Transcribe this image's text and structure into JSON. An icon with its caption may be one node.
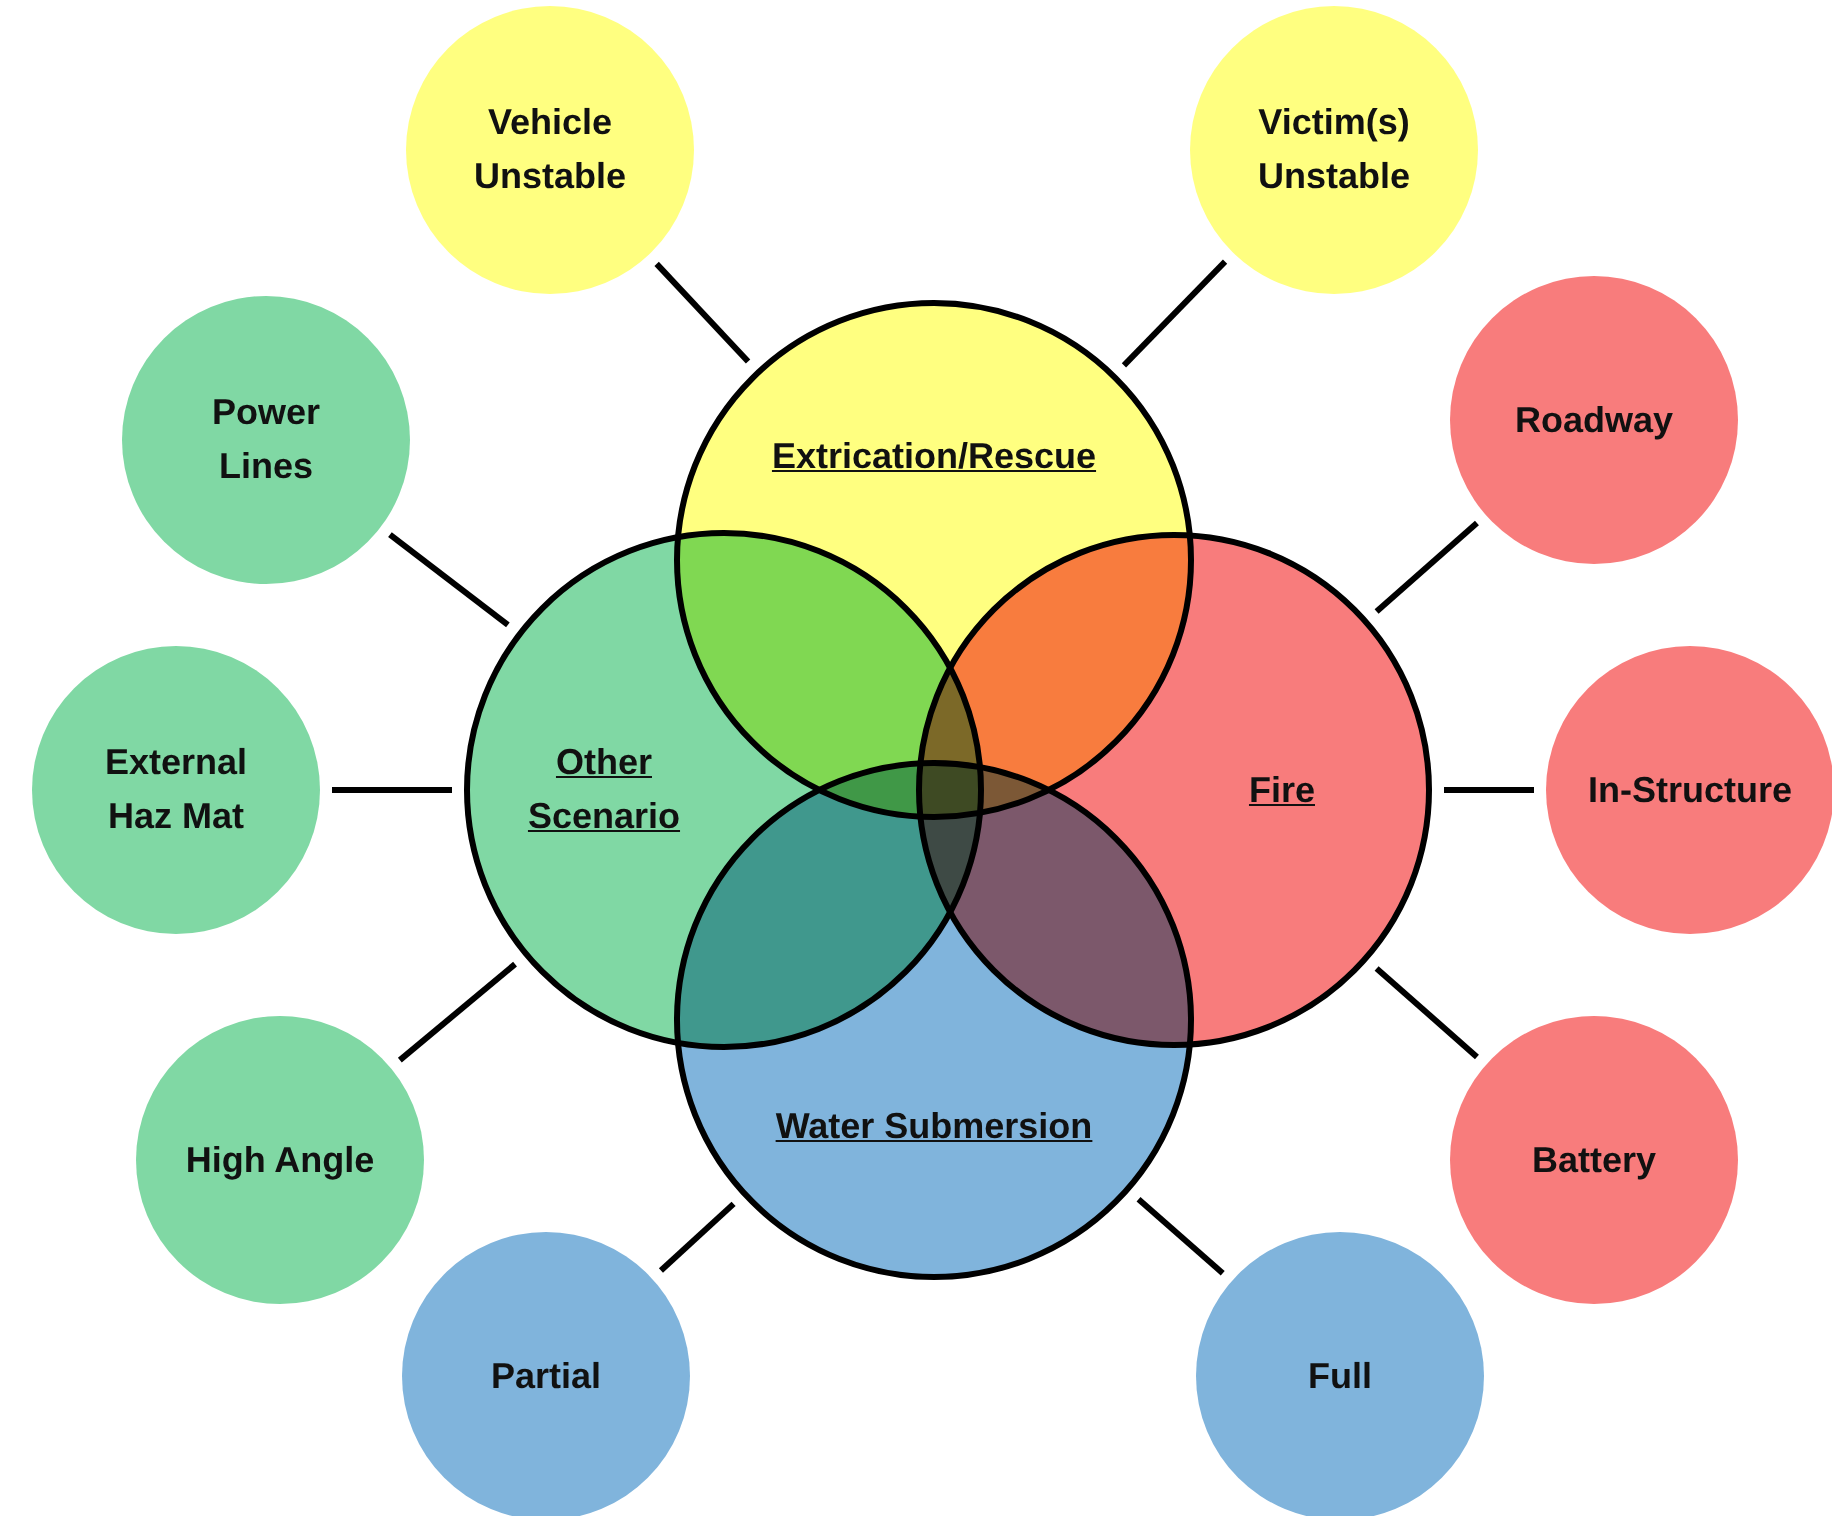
{
  "diagram": {
    "nodes": [
      {
        "text": [
          "Extrication/Rescue"
        ]
      },
      {
        "text": [
          "Other Scenario"
        ]
      },
      {
        "text": [
          "Fire"
        ]
      },
      {
        "text": [
          "Water Submersion"
        ]
      },
      {
        "text": [
          "Vehicle Unstable"
        ]
      },
      {
        "text": [
          "Victim(s) Unstable"
        ]
      },
      {
        "text": [
          "Power Lines"
        ]
      },
      {
        "text": [
          "Roadway"
        ]
      },
      {
        "text": [
          "External Haz Mat"
        ]
      },
      {
        "text": [
          "In-Structure"
        ]
      },
      {
        "text": [
          "High Angle"
        ]
      },
      {
        "text": [
          "Battery"
        ]
      },
      {
        "text": [
          "Partial"
        ]
      },
      {
        "text": [
          "Full"
        ]
      }
    ],
    "edges": [
      {
        "from": 4,
        "to": 0,
        "arrow": "none"
      },
      {
        "from": 5,
        "to": 0,
        "arrow": "none"
      },
      {
        "from": 6,
        "to": 1,
        "arrow": "none"
      },
      {
        "from": 7,
        "to": 2,
        "arrow": "none"
      },
      {
        "from": 8,
        "to": 1,
        "arrow": "none"
      },
      {
        "from": 9,
        "to": 2,
        "arrow": "none"
      },
      {
        "from": 10,
        "to": 1,
        "arrow": "none"
      },
      {
        "from": 11,
        "to": 2,
        "arrow": "none"
      },
      {
        "from": 12,
        "to": 3,
        "arrow": "none"
      },
      {
        "from": 13,
        "to": 3,
        "arrow": "none"
      }
    ]
  }
}
